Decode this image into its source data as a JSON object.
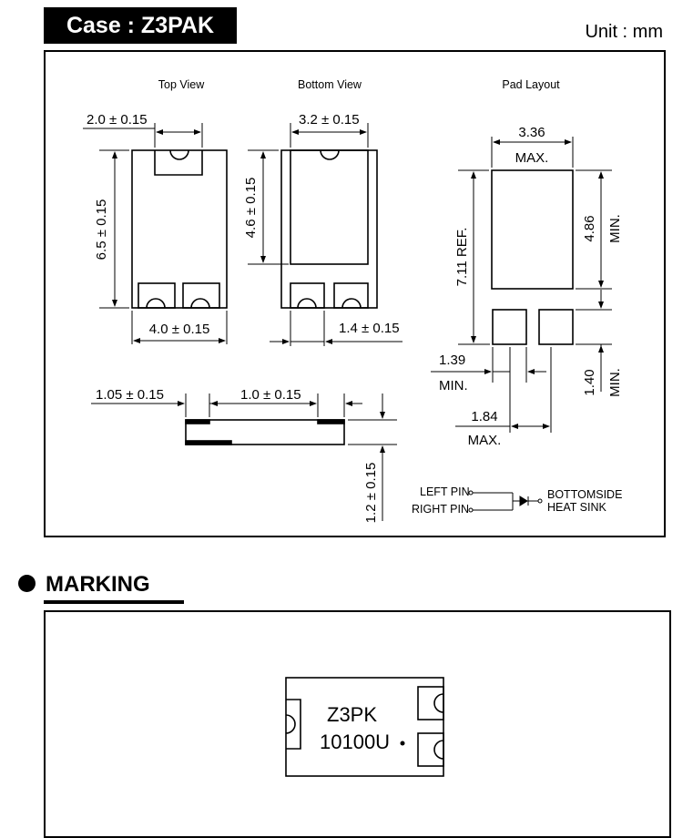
{
  "header": {
    "case_title": "Case : Z3PAK",
    "unit": "Unit : mm"
  },
  "views": {
    "top": "Top View",
    "bottom": "Bottom View",
    "pad": "Pad Layout"
  },
  "dims": {
    "top_width_tab": "2.0 ± 0.15",
    "top_height": "6.5 ± 0.15",
    "top_width": "4.0 ± 0.15",
    "bottom_width_tab": "3.2 ± 0.15",
    "bottom_inner_height": "4.6 ± 0.15",
    "bottom_pin_width": "1.4 ± 0.15",
    "pad_width": "3.36",
    "pad_width_note": "MAX.",
    "pad_total_height": "7.11 REF.",
    "pad_height": "4.86",
    "pad_height_note": "MIN.",
    "small_pad_width": "1.39",
    "small_pad_width_note": "MIN.",
    "small_pad_height": "1.40",
    "small_pad_height_note": "MIN.",
    "pad_pitch": "1.84",
    "pad_pitch_note": "MAX.",
    "side_left": "1.05 ± 0.15",
    "side_mid": "1.0 ± 0.15",
    "side_height": "1.2 ± 0.15"
  },
  "circuit": {
    "left_pin": "LEFT PIN",
    "right_pin": "RIGHT PIN",
    "heatsink_line1": "BOTTOMSIDE",
    "heatsink_line2": "HEAT SINK"
  },
  "marking": {
    "title": "MARKING",
    "line1": "Z3PK",
    "line2": "10100U"
  }
}
